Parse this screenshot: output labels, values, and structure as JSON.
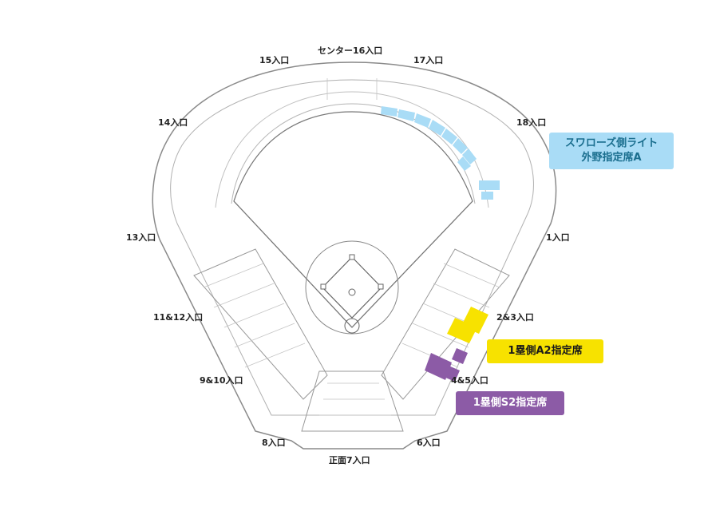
{
  "gates": {
    "center16": "センター16入口",
    "g15": "15入口",
    "g17": "17入口",
    "g14": "14入口",
    "g18": "18入口",
    "g13": "13入口",
    "g1": "1入口",
    "g11_12": "11&12入口",
    "g2_3": "2&3入口",
    "g9_10": "9&10入口",
    "g4_5": "4&5入口",
    "g8": "8入口",
    "g6": "6入口",
    "main7": "正面7入口"
  },
  "legend": {
    "light_line1": "スワローズ側ライト",
    "light_line2": "外野指定席A",
    "a2": "1塁側A2指定席",
    "s2": "1塁側S2指定席"
  },
  "colors": {
    "light_blue": "#a9dcf6",
    "yellow": "#f7e200",
    "purple": "#8c5ba6",
    "outline": "#999999"
  }
}
